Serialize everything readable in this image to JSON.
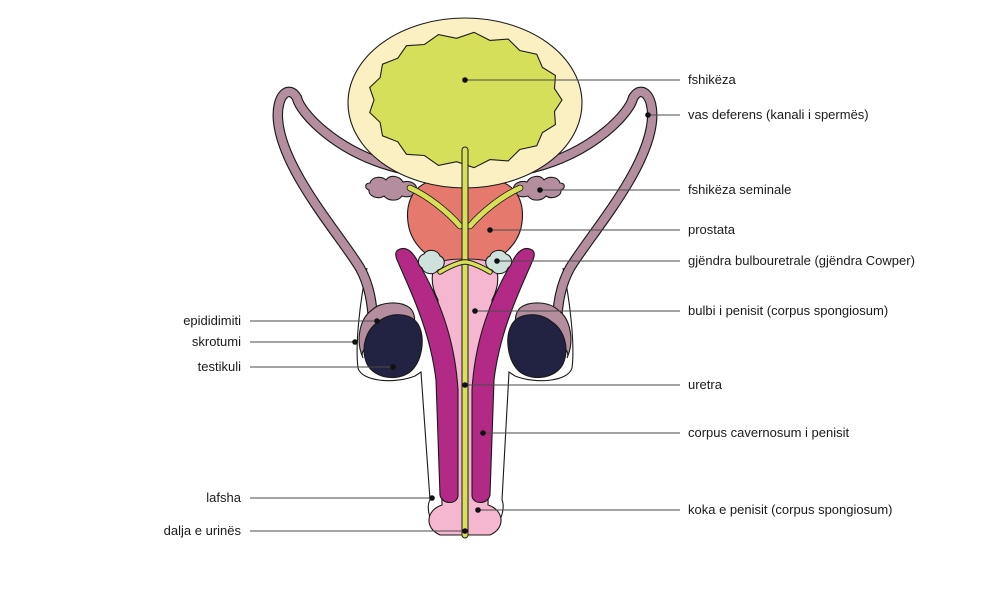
{
  "labels": {
    "bladder": "fshikëza",
    "vas_deferens": "vas deferens (kanali i spermës)",
    "seminal_vesicle": "fshikëza seminale",
    "prostate": "prostata",
    "bulbourethral": "gjëndra bulbouretrale (gjëndra Cowper)",
    "bulb": "bulbi i penisit (corpus spongiosum)",
    "urethra": "uretra",
    "cavernosum": "corpus cavernosum i penisit",
    "glans": "koka e penisit (corpus spongiosum)",
    "epididymis": "epididimiti",
    "scrotum": "skrotumi",
    "testis": "testikuli",
    "foreskin": "lafsha",
    "urethral_opening": "dalja e urinës"
  },
  "colors": {
    "bladder_wall": "#fbf0c2",
    "bladder_inner": "#d6df5a",
    "urethra": "#d8e05a",
    "prostate": "#e5796e",
    "vas_deferens": "#b48e9e",
    "corpus_cavernosum": "#b22a86",
    "corpus_spongiosum": "#f5b6cf",
    "testis": "#222243",
    "bulbourethral": "#cfe1dc"
  }
}
